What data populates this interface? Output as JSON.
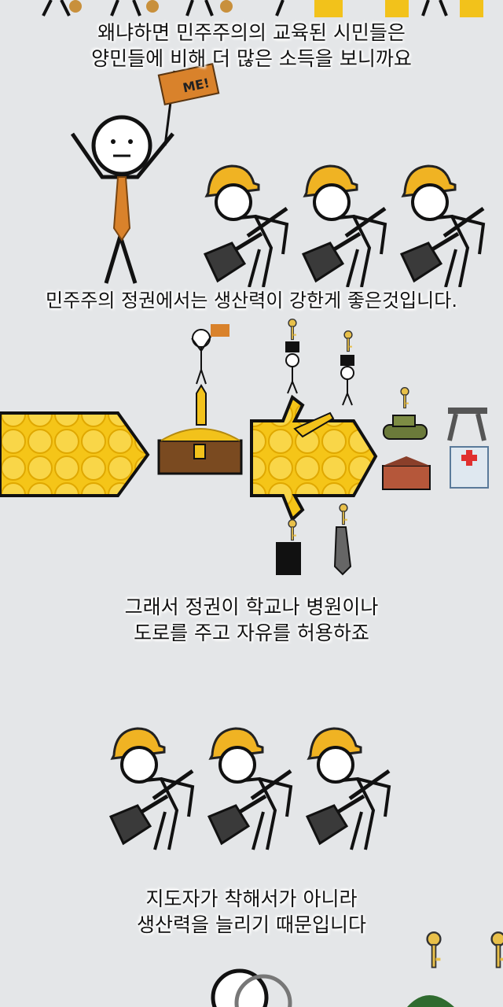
{
  "captions": {
    "panel1": [
      "왜냐하면 민주주의의 교육된 시민들은",
      "양민들에 비해 더 많은 소득을 보니까요"
    ],
    "panel2": [
      "민주주의 정권에서는 생산력이 강한게 좋은것입니다."
    ],
    "panel3": [
      "그래서 정권이 학교나 병원이나",
      "도로를 주고 자유를 허용하죠"
    ],
    "panel4": [
      "지도자가 착해서가 아니라",
      "생산력을 늘리기 때문입니다"
    ]
  },
  "flag_text": "ME!",
  "colors": {
    "background": "#e4e6e8",
    "gold": "#f2c21b",
    "hat": "#f0b323",
    "tie": "#d9822b",
    "shovel": "#3a3a3a"
  }
}
